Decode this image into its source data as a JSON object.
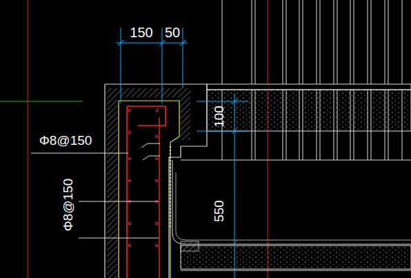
{
  "diagram": {
    "labels": [
      "150",
      "50",
      "Φ8@150",
      "Φ8@150",
      "100",
      "550"
    ]
  }
}
